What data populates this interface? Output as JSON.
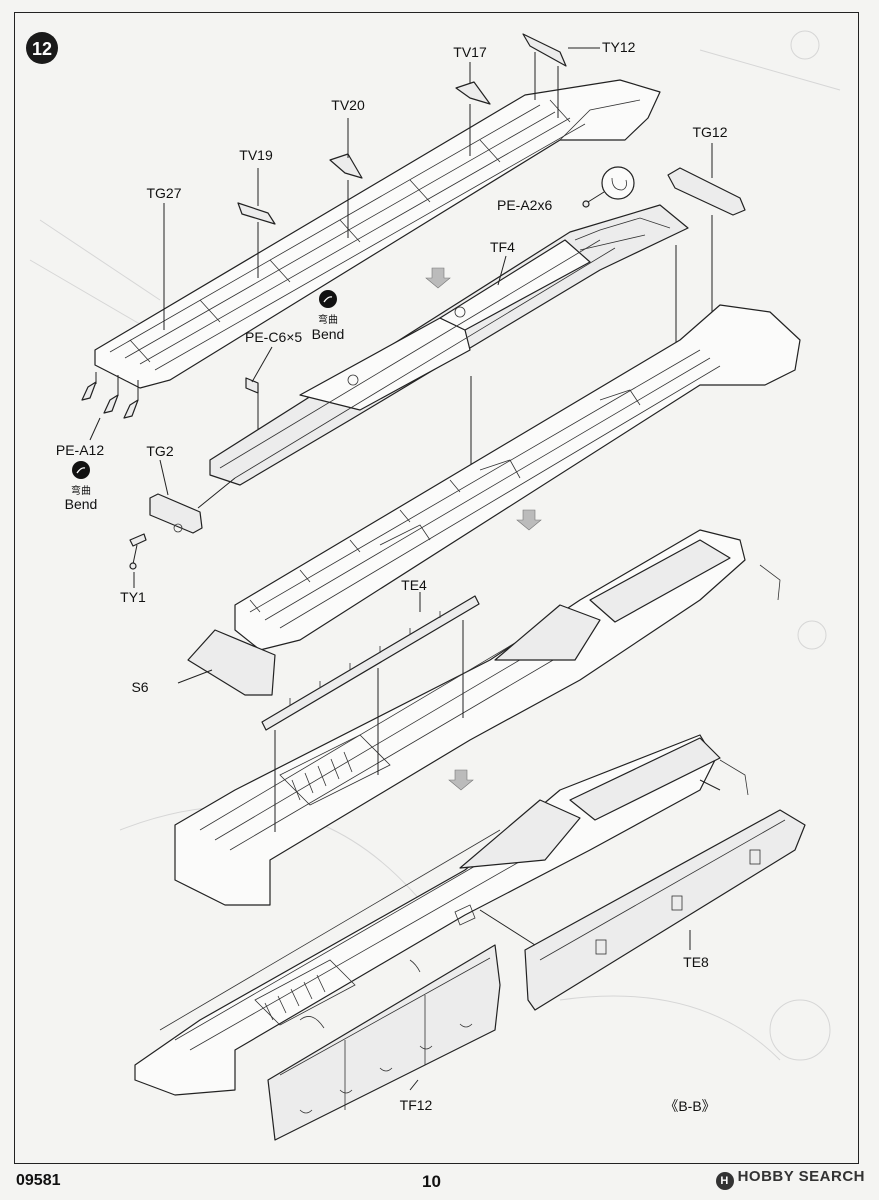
{
  "step": {
    "number": "12"
  },
  "labels": {
    "tv17": "TV17",
    "ty12": "TY12",
    "tv20": "TV20",
    "tv19": "TV19",
    "tg12": "TG12",
    "tg27": "TG27",
    "pe_a2x6": "PE-A2x6",
    "tf4": "TF4",
    "bend_zh_1": "弯曲",
    "bend_en_1": "Bend",
    "pe_c6x5": "PE-C6×5",
    "pe_a12": "PE-A12",
    "tg2": "TG2",
    "bend_zh_2": "弯曲",
    "bend_en_2": "Bend",
    "ty1": "TY1",
    "te4": "TE4",
    "s6": "S6",
    "te8": "TE8",
    "tf12": "TF12",
    "section": "《B-B》"
  },
  "footer": {
    "kit_number": "09581",
    "page_number": "10",
    "watermark": "HOBBY SEARCH"
  }
}
